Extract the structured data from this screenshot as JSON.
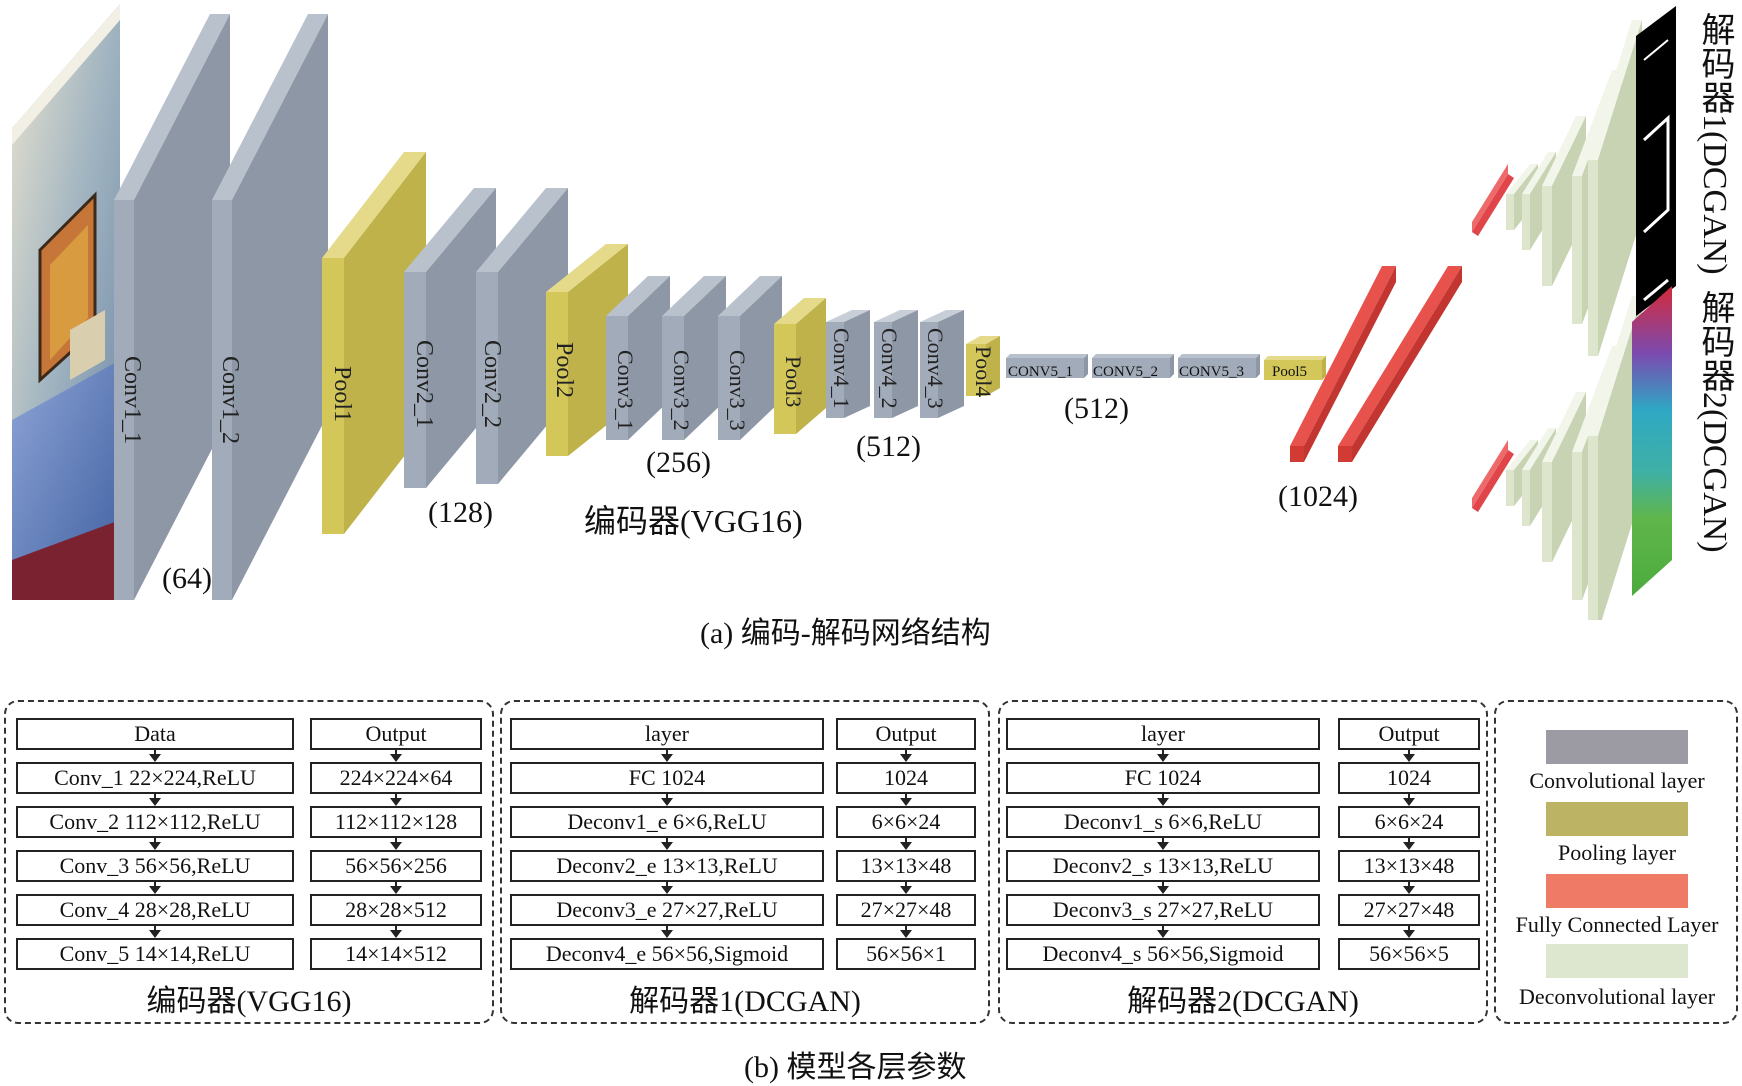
{
  "colors": {
    "conv": "#a4adba",
    "conv_side": "#c3cad4",
    "pool": "#d3c75c",
    "pool_side": "#e3d988",
    "fc": "#e8574f",
    "deconv": "#dde6cc",
    "legend_conv": "#9c9aa2",
    "legend_pool": "#bdb364",
    "legend_fc": "#ef7a66",
    "legend_deconv": "#dde6cf"
  },
  "part_a": {
    "caption": "(a) 编码-解码网络结构",
    "encoder_label": "编码器(VGG16)",
    "layers": {
      "conv1_1": "Conv1_1",
      "conv1_2": "Conv1_2",
      "pool1": "Pool1",
      "conv2_1": "Conv2_1",
      "conv2_2": "Conv2_2",
      "pool2": "Pool2",
      "conv3_1": "Conv3_1",
      "conv3_2": "Conv3_2",
      "conv3_3": "Conv3_3",
      "pool3": "Pool3",
      "conv4_1": "Conv4_1",
      "conv4_2": "Conv4_2",
      "conv4_3": "Conv4_3",
      "pool4": "Pool4",
      "conv5_1": "CONV5_1",
      "conv5_2": "CONV5_2",
      "conv5_3": "CONV5_3",
      "pool5": "Pool5"
    },
    "counts": {
      "c64": "(64)",
      "c128": "(128)",
      "c256": "(256)",
      "c512a": "(512)",
      "c512b": "(512)",
      "c1024": "(1024)"
    },
    "decoder1_label": "解码器1(DCGAN)",
    "decoder2_label": "解码器2(DCGAN)"
  },
  "part_b": {
    "caption": "(b) 模型各层参数",
    "encoder": {
      "title": "编码器(VGG16)",
      "left": [
        "Data",
        "Conv_1 22×224,ReLU",
        "Conv_2 112×112,ReLU",
        "Conv_3 56×56,ReLU",
        "Conv_4 28×28,ReLU",
        "Conv_5 14×14,ReLU"
      ],
      "right": [
        "Output",
        "224×224×64",
        "112×112×128",
        "56×56×256",
        "28×28×512",
        "14×14×512"
      ]
    },
    "decoder1": {
      "title": "解码器1(DCGAN)",
      "left": [
        "layer",
        "FC 1024",
        "Deconv1_e 6×6,ReLU",
        "Deconv2_e 13×13,ReLU",
        "Deconv3_e 27×27,ReLU",
        "Deconv4_e 56×56,Sigmoid"
      ],
      "right": [
        "Output",
        "1024",
        "6×6×24",
        "13×13×48",
        "27×27×48",
        "56×56×1"
      ]
    },
    "decoder2": {
      "title": "解码器2(DCGAN)",
      "left": [
        "layer",
        "FC 1024",
        "Deconv1_s 6×6,ReLU",
        "Deconv2_s 13×13,ReLU",
        "Deconv3_s 27×27,ReLU",
        "Deconv4_s 56×56,Sigmoid"
      ],
      "right": [
        "Output",
        "1024",
        "6×6×24",
        "13×13×48",
        "27×27×48",
        "56×56×5"
      ]
    },
    "legend": {
      "conv": "Convolutional layer",
      "pool": "Pooling layer",
      "fc": "Fully Connected Layer",
      "deconv": "Deconvolutional layer"
    }
  }
}
